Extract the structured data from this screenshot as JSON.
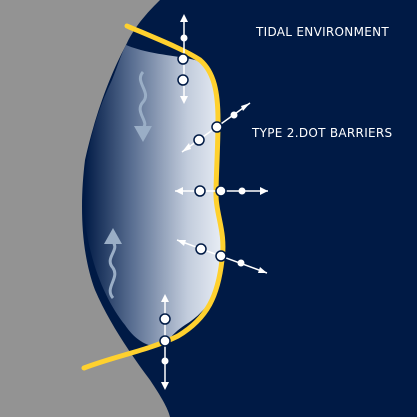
{
  "labels": {
    "title": "TIDAL ENVIRONMENT",
    "subtitle": "TYPE 2.DOT BARRIERS"
  },
  "colors": {
    "land": "#939393",
    "sea": "#001a45",
    "barrier": "#ffd12e",
    "arrow": "#ffffff",
    "flow_arrow": "#9aaec6"
  },
  "icons": {
    "upper_flow": "wavy-arrow-down-icon",
    "lower_flow": "wavy-arrow-up-icon",
    "barrier_line": "yellow-barrier-line"
  }
}
